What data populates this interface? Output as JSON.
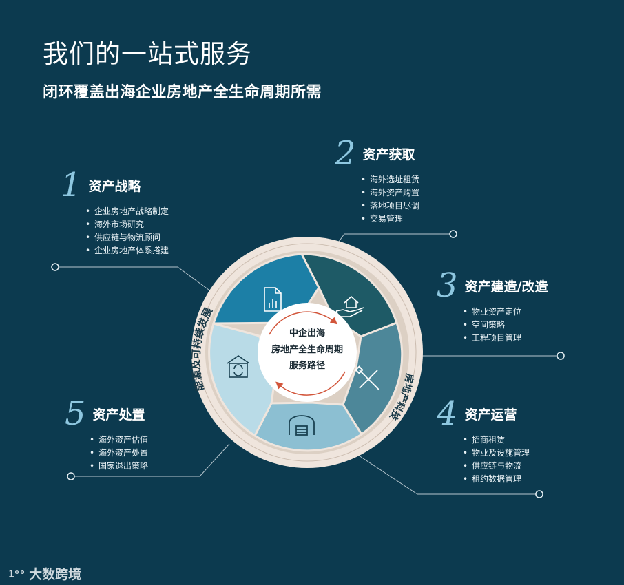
{
  "header": {
    "title": "我们的一站式服务",
    "subtitle": "闭环覆盖出海企业房地产全生命周期所需"
  },
  "center": {
    "line1": "中企出海",
    "line2": "房地产全生命周期",
    "line3": "服务路径"
  },
  "ring": {
    "left_label": "能源及可持续发展",
    "right_label": "房地产科技"
  },
  "sections": [
    {
      "num": "1",
      "title": "资产战略",
      "items": [
        "企业房地产战略制定",
        "海外市场研究",
        "供应链与物流顾问",
        "企业房地产体系搭建"
      ]
    },
    {
      "num": "2",
      "title": "资产获取",
      "items": [
        "海外选址租赁",
        "海外资产购置",
        "落地项目尽调",
        "交易管理"
      ]
    },
    {
      "num": "3",
      "title": "资产建造/改造",
      "items": [
        "物业资产定位",
        "空间策略",
        "工程项目管理"
      ]
    },
    {
      "num": "4",
      "title": "资产运营",
      "items": [
        "招商租赁",
        "物业及设施管理",
        "供应链与物流",
        "租约数据管理"
      ]
    },
    {
      "num": "5",
      "title": "资产处置",
      "items": [
        "海外资产估值",
        "海外资产处置",
        "国家退出策略"
      ]
    }
  ],
  "icons": [
    "document-chart-icon",
    "hand-house-icon",
    "tools-icon",
    "warehouse-icon",
    "building-recycle-icon"
  ],
  "colors": {
    "background": "#0c3a4f",
    "segment1": "#1c7fa6",
    "segment2": "#1e5a66",
    "segment3": "#4d8799",
    "segment4": "#8cbfd2",
    "segment5": "#b9dbe7",
    "ring": "#efe5dd",
    "arrow": "#d2553a",
    "number": "#8ec7e0"
  },
  "logo": {
    "mark": "1⁰⁰",
    "text": "大数跨境"
  }
}
